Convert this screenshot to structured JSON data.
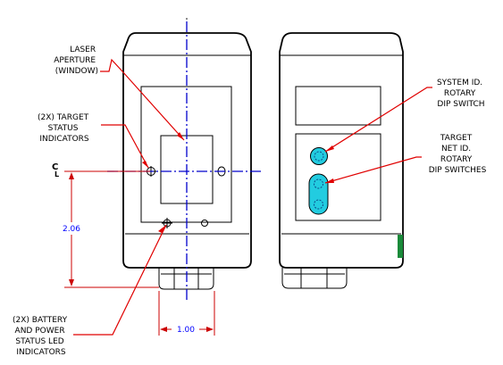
{
  "labels": {
    "laser_aperture": [
      "LASER",
      "APERTURE",
      "(WINDOW)"
    ],
    "target_status": [
      "(2X) TARGET",
      "STATUS",
      "INDICATORS"
    ],
    "battery_status": [
      "(2X) BATTERY",
      "AND POWER",
      "STATUS LED",
      "INDICATORS"
    ],
    "system_id": [
      "SYSTEM ID.",
      "ROTARY",
      "DIP SWITCH"
    ],
    "target_net_id": [
      "TARGET",
      "NET ID.",
      "ROTARY",
      "DIP SWITCHES"
    ]
  },
  "centerline_symbol": {
    "c": "C",
    "l": "L"
  },
  "dimensions": {
    "height": "2.06",
    "width": "1.00"
  },
  "colors": {
    "outline": "#000000",
    "leader": "#e00000",
    "centerline": "#0000cc",
    "dimension_text": "#0000ff",
    "switch_fill": "#22cce0",
    "connector_accent": "#1a8a3a"
  }
}
